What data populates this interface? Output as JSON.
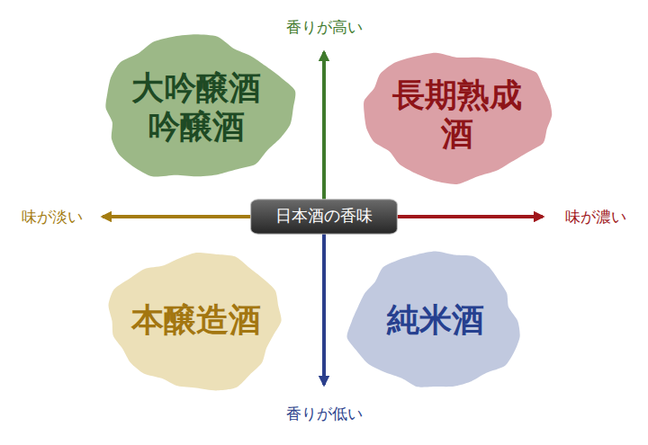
{
  "diagram": {
    "nodes": [
      {
        "text": [
          "大吟醸酒 吟醸酒"
        ]
      },
      {
        "text": [
          "長期熟成酒"
        ]
      },
      {
        "text": [
          "日本酒の香味"
        ]
      },
      {
        "text": [
          "本醸造酒"
        ]
      },
      {
        "text": [
          "純米酒"
        ]
      }
    ],
    "labels": [
      "香りが高い",
      "味が淡い",
      "味が濃い",
      "香りが低い"
    ]
  }
}
